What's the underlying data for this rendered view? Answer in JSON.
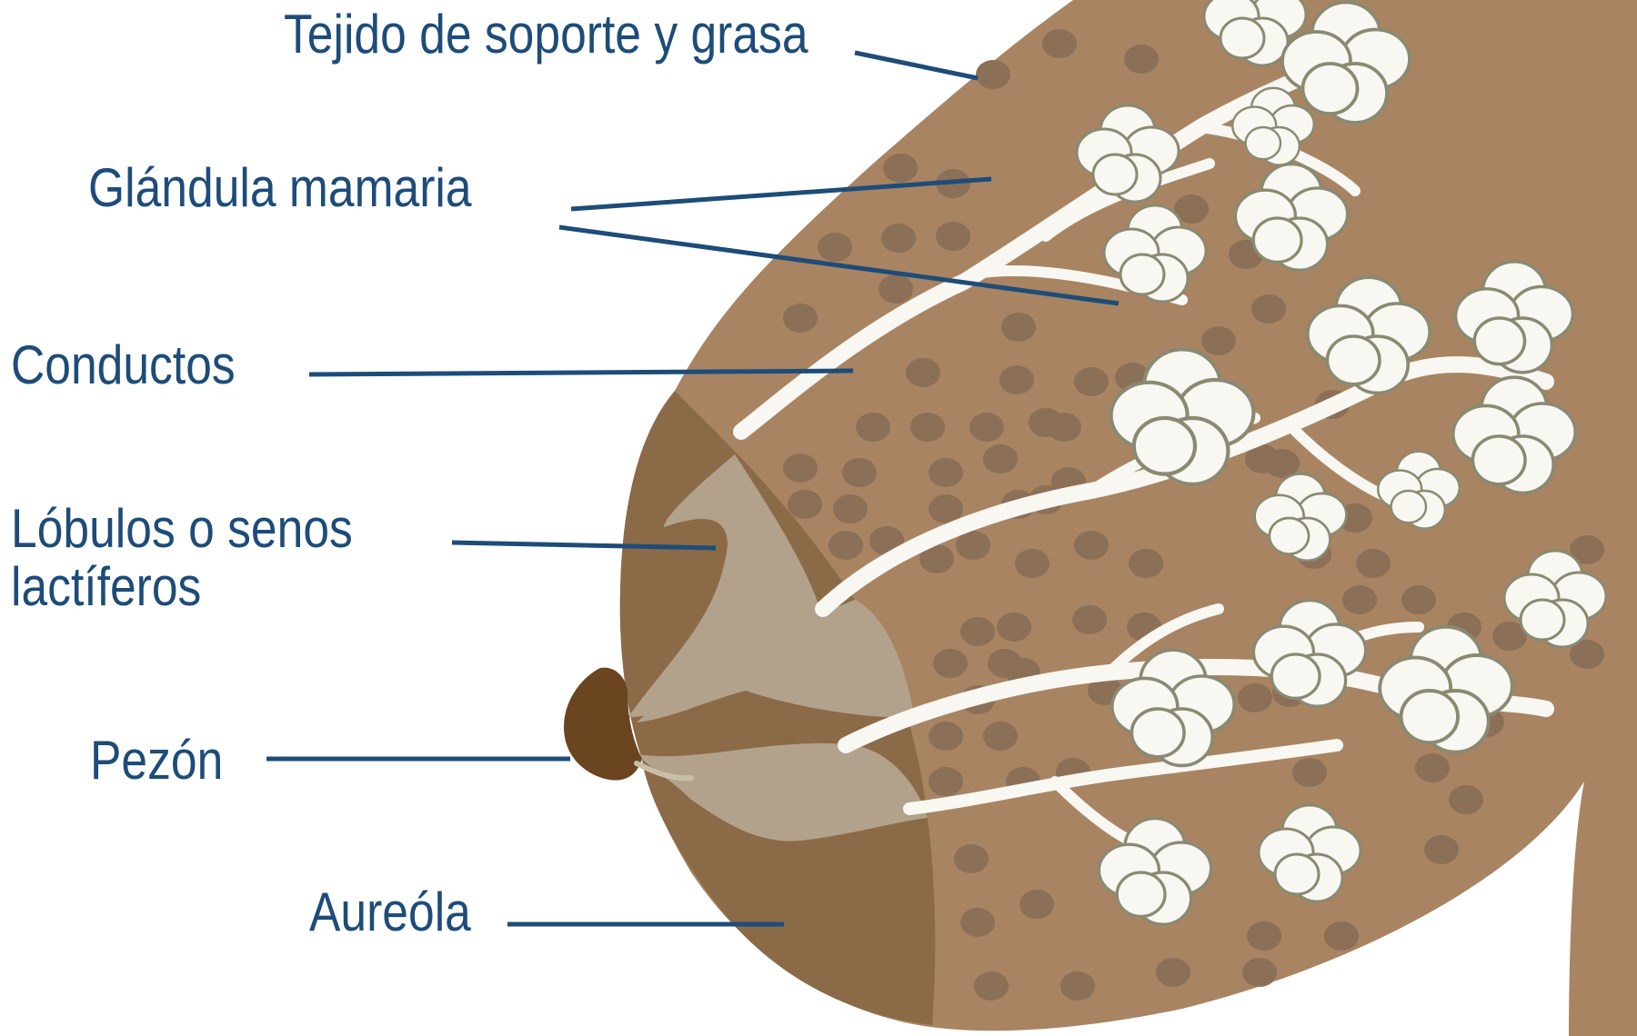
{
  "colors": {
    "skin": "#a88462",
    "areola": "#8b6a48",
    "nipple": "#6a4520",
    "milk": "#b2a28c",
    "gland": "#f8f7f2",
    "gland_edge": "#8a8a72",
    "fat_spot": "#8b6f57",
    "leader": "#1d4c79",
    "text": "#1d4c79"
  },
  "labels": {
    "tejido": "Tejido de soporte y grasa",
    "glandula": "Glándula mamaria",
    "conductos": "Conductos",
    "lobulos_line1": "Lóbulos o senos",
    "lobulos_line2": "lactíferos",
    "pezon": "Pezón",
    "aureola": "Aureóla"
  }
}
